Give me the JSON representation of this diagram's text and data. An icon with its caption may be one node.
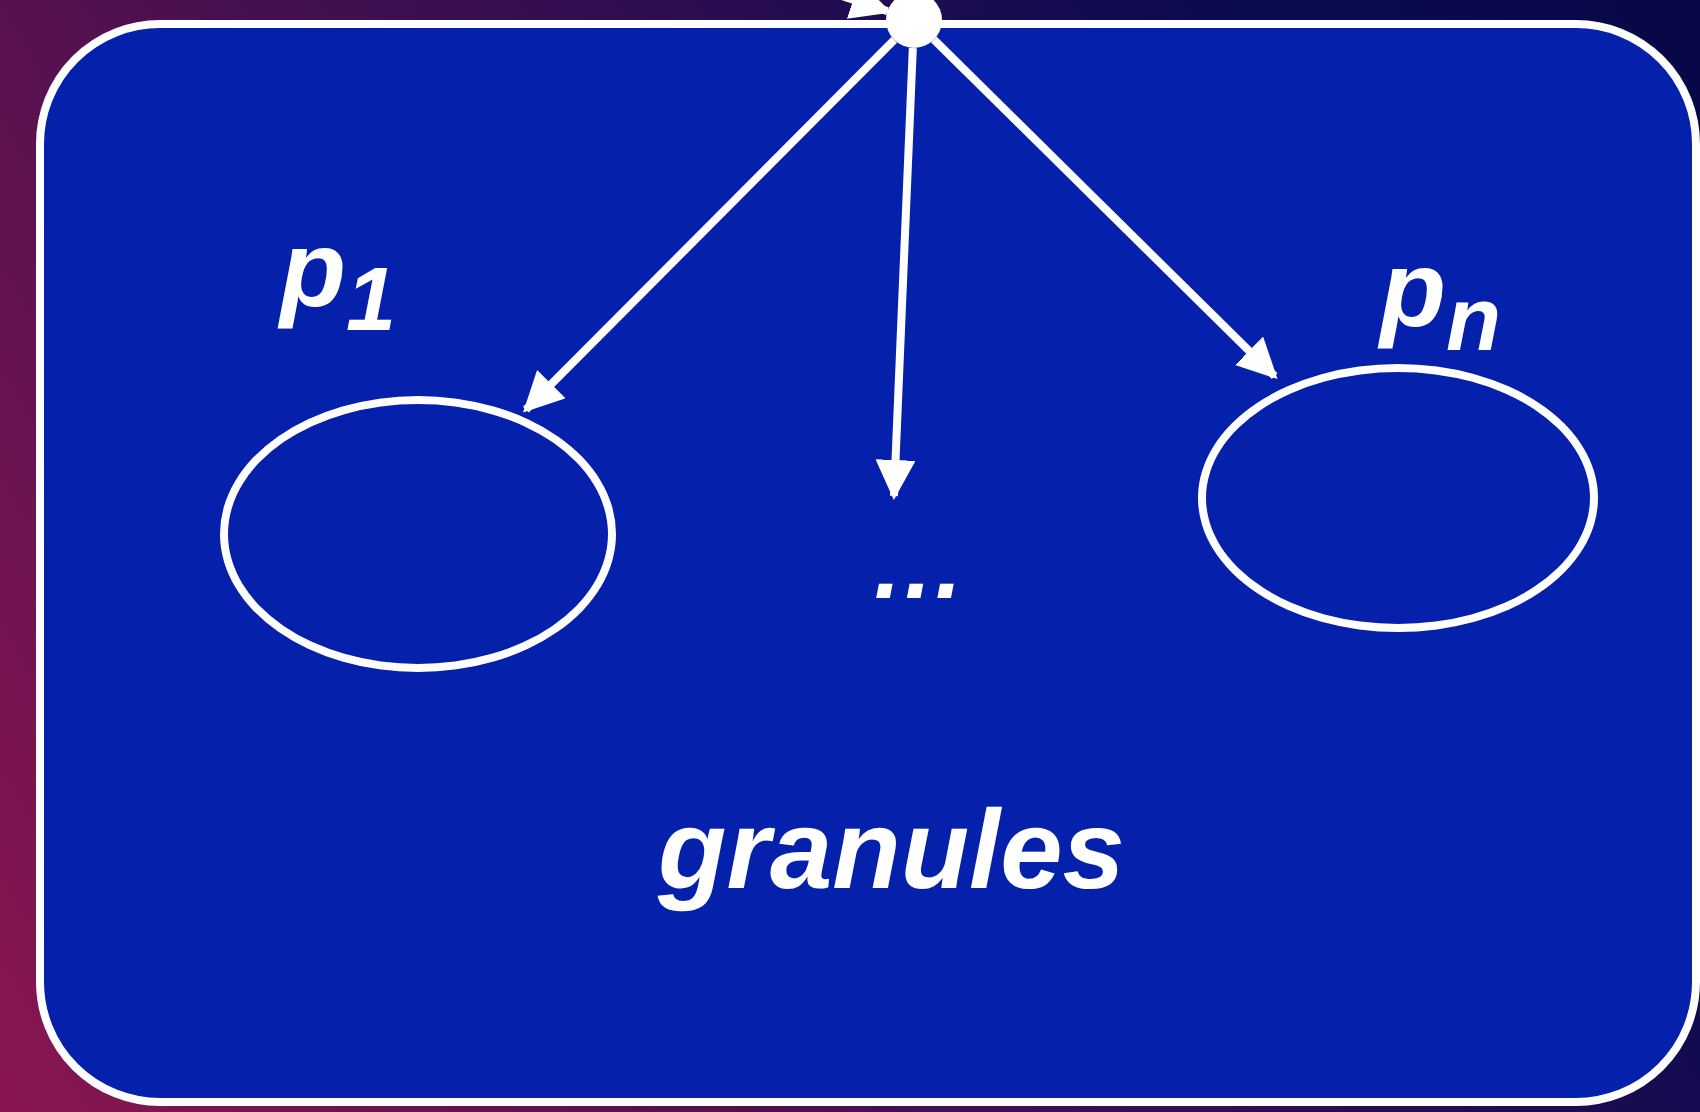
{
  "diagram": {
    "nodes": [
      {
        "text": [
          "granules"
        ]
      },
      {
        "text": [],
        "shape": "circle"
      },
      {
        "text": [
          "p$_{1}$"
        ],
        "in": 0
      },
      {
        "text": [
          "…"
        ],
        "in": 0
      },
      {
        "text": [
          "p$_{n}$"
        ],
        "in": 0
      }
    ],
    "edges": [
      {
        "from": null,
        "to": 1,
        "arrow": "to"
      },
      {
        "from": 1,
        "to": 2,
        "arrow": "to"
      },
      {
        "from": 1,
        "to": 3,
        "arrow": "to"
      },
      {
        "from": 1,
        "to": 4,
        "arrow": "to"
      }
    ]
  }
}
